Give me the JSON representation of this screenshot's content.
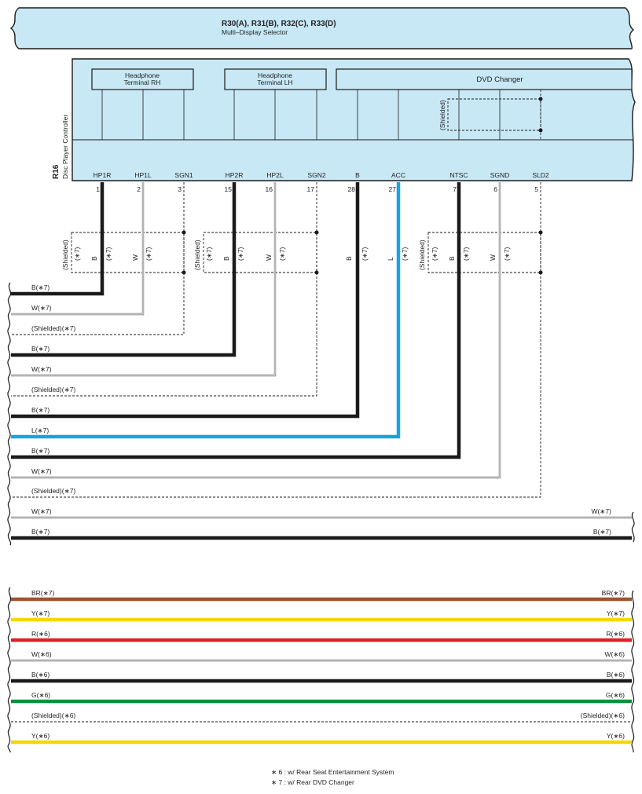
{
  "selector": {
    "title": "R30(A), R31(B), R32(C), R33(D)",
    "subtitle": "Multi–Display Selector"
  },
  "controller": {
    "code": "R16",
    "name": "Disc Player Controller"
  },
  "devices": {
    "rh": [
      "Headphone",
      "Terminal RH"
    ],
    "lh": [
      "Headphone",
      "Terminal LH"
    ],
    "dvd": "DVD Changer"
  },
  "shielded": "(Shielded)",
  "mark7": "(∗7)",
  "pins": [
    {
      "name": "HP1R",
      "num": "1"
    },
    {
      "name": "HP1L",
      "num": "2"
    },
    {
      "name": "SGN1",
      "num": "3"
    },
    {
      "name": "HP2R",
      "num": "15"
    },
    {
      "name": "HP2L",
      "num": "16"
    },
    {
      "name": "SGN2",
      "num": "17"
    },
    {
      "name": "B",
      "num": "28"
    },
    {
      "name": "ACC",
      "num": "27"
    },
    {
      "name": "NTSC",
      "num": "7"
    },
    {
      "name": "SGND",
      "num": "6"
    },
    {
      "name": "SLD2",
      "num": "5"
    }
  ],
  "pin_wire_colors": [
    "B",
    "W",
    "B",
    "W",
    "B",
    "L",
    "B",
    "W"
  ],
  "wire_labels": [
    "B(∗7)",
    "W(∗7)",
    "(Shielded)(∗7)",
    "B(∗7)",
    "W(∗7)",
    "(Shielded)(∗7)",
    "B(∗7)",
    "L(∗7)",
    "B(∗7)",
    "W(∗7)",
    "(Shielded)(∗7)",
    "W(∗7)",
    "B(∗7)"
  ],
  "pass_wires": [
    "BR(∗7)",
    "Y(∗7)",
    "R(∗6)",
    "W(∗6)",
    "B(∗6)",
    "G(∗6)",
    "(Shielded)(∗6)",
    "Y(∗6)"
  ],
  "notes": [
    "∗ 6 : w/ Rear Seat Entertainment System",
    "∗ 7 : w/ Rear DVD Changer"
  ],
  "colors": {
    "B": "#1a1a1a",
    "W": "#9a9a9a",
    "L": "#1aa3e0",
    "BR": "#a0522d",
    "Y": "#f5d800",
    "R": "#e31e26",
    "G": "#00923f",
    "box": "#c8e8f6"
  }
}
